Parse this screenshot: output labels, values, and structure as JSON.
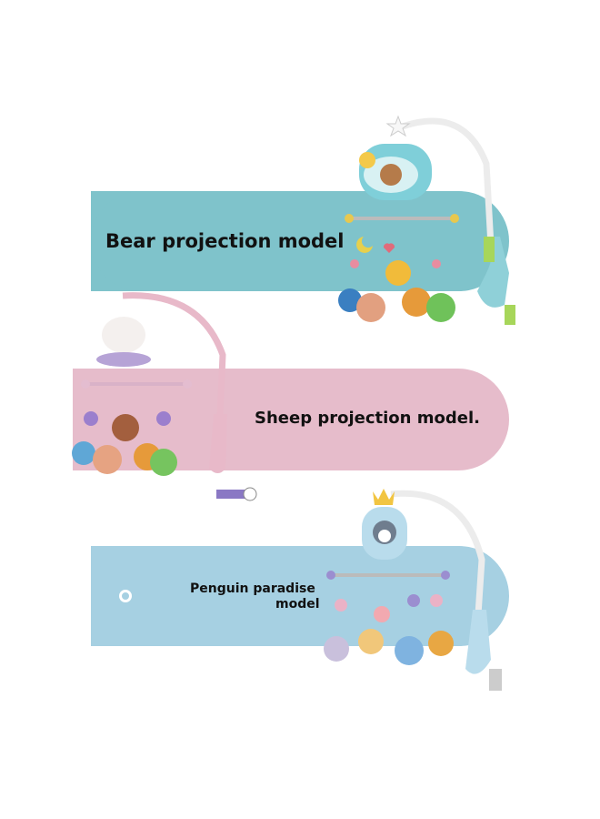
{
  "colors": {
    "blue_banner": "#7fc3cb",
    "pink_banner": "#e6bccb",
    "light_blue_banner": "#a6d0e2",
    "mobile_blue": "#9fd3e0",
    "mobile_pink": "#e8b9c9",
    "mobile_light_blue": "#b9dcec"
  },
  "sections": [
    {
      "label": "Bear projection model",
      "theme": "blue",
      "icons": [
        "projector-box-icon",
        "bear-icon",
        "owl-icon",
        "lion-icon",
        "dinosaur-icon",
        "moon-icon",
        "heart-icon"
      ]
    },
    {
      "label": "Sheep projection model.",
      "theme": "pink",
      "icons": [
        "sheep-icon",
        "grape-icon",
        "monkey-icon",
        "owl-icon",
        "lion-icon",
        "frog-icon"
      ]
    },
    {
      "label_line1": "Penguin paradise",
      "label_line2": "model",
      "theme": "light-blue",
      "icons": [
        "crown-icon",
        "penguin-icon",
        "owl-icon",
        "duck-icon",
        "elephant-icon",
        "lion-icon",
        "flower-icon"
      ]
    }
  ]
}
